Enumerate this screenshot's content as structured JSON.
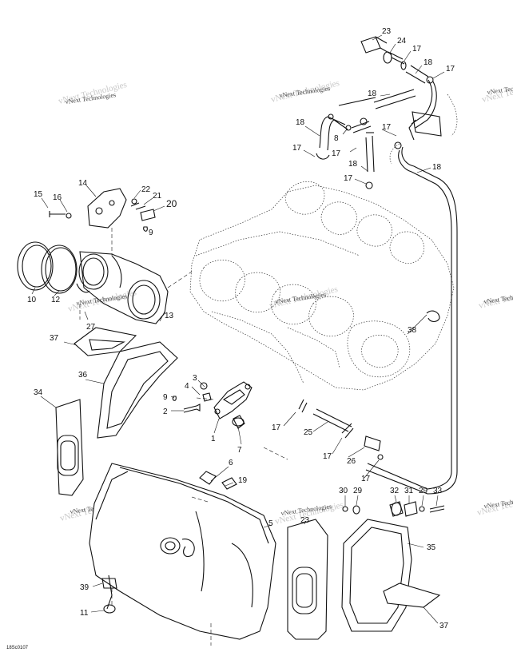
{
  "watermark": "vNext Technologies",
  "drawing_code": "18Sc0107",
  "callouts": [
    {
      "id": "c23a",
      "text": "23"
    },
    {
      "id": "c24",
      "text": "24"
    },
    {
      "id": "c17a",
      "text": "17"
    },
    {
      "id": "c18a",
      "text": "18"
    },
    {
      "id": "c17b",
      "text": "17"
    },
    {
      "id": "c18b",
      "text": "18"
    },
    {
      "id": "c18c",
      "text": "18"
    },
    {
      "id": "c8",
      "text": "8"
    },
    {
      "id": "c17c",
      "text": "17"
    },
    {
      "id": "c17d",
      "text": "17"
    },
    {
      "id": "c17e",
      "text": "17"
    },
    {
      "id": "c18d",
      "text": "18"
    },
    {
      "id": "c17f",
      "text": "17"
    },
    {
      "id": "c18e",
      "text": "18"
    },
    {
      "id": "c14",
      "text": "14"
    },
    {
      "id": "c15",
      "text": "15"
    },
    {
      "id": "c16",
      "text": "16"
    },
    {
      "id": "c22",
      "text": "22"
    },
    {
      "id": "c21",
      "text": "21"
    },
    {
      "id": "c20",
      "text": "20"
    },
    {
      "id": "c9a",
      "text": "9"
    },
    {
      "id": "c10",
      "text": "10"
    },
    {
      "id": "c12",
      "text": "12"
    },
    {
      "id": "c27",
      "text": "27"
    },
    {
      "id": "c13",
      "text": "13"
    },
    {
      "id": "c37a",
      "text": "37"
    },
    {
      "id": "c38",
      "text": "38"
    },
    {
      "id": "c36",
      "text": "36"
    },
    {
      "id": "c3",
      "text": "3"
    },
    {
      "id": "c4",
      "text": "4"
    },
    {
      "id": "c9b",
      "text": "9"
    },
    {
      "id": "c2",
      "text": "2"
    },
    {
      "id": "c1",
      "text": "1"
    },
    {
      "id": "c7",
      "text": "7"
    },
    {
      "id": "c34",
      "text": "34"
    },
    {
      "id": "c17g",
      "text": "17"
    },
    {
      "id": "c25",
      "text": "25"
    },
    {
      "id": "c17h",
      "text": "17"
    },
    {
      "id": "c26",
      "text": "26"
    },
    {
      "id": "c17i",
      "text": "17"
    },
    {
      "id": "c6",
      "text": "6"
    },
    {
      "id": "c19",
      "text": "19"
    },
    {
      "id": "c30",
      "text": "30"
    },
    {
      "id": "c29a",
      "text": "29"
    },
    {
      "id": "c32",
      "text": "32"
    },
    {
      "id": "c31",
      "text": "31"
    },
    {
      "id": "c29b",
      "text": "29"
    },
    {
      "id": "c33",
      "text": "33"
    },
    {
      "id": "c5",
      "text": "5"
    },
    {
      "id": "c23b",
      "text": "23"
    },
    {
      "id": "c35",
      "text": "35"
    },
    {
      "id": "c39",
      "text": "39"
    },
    {
      "id": "c11",
      "text": "11"
    },
    {
      "id": "c37b",
      "text": "37"
    }
  ]
}
